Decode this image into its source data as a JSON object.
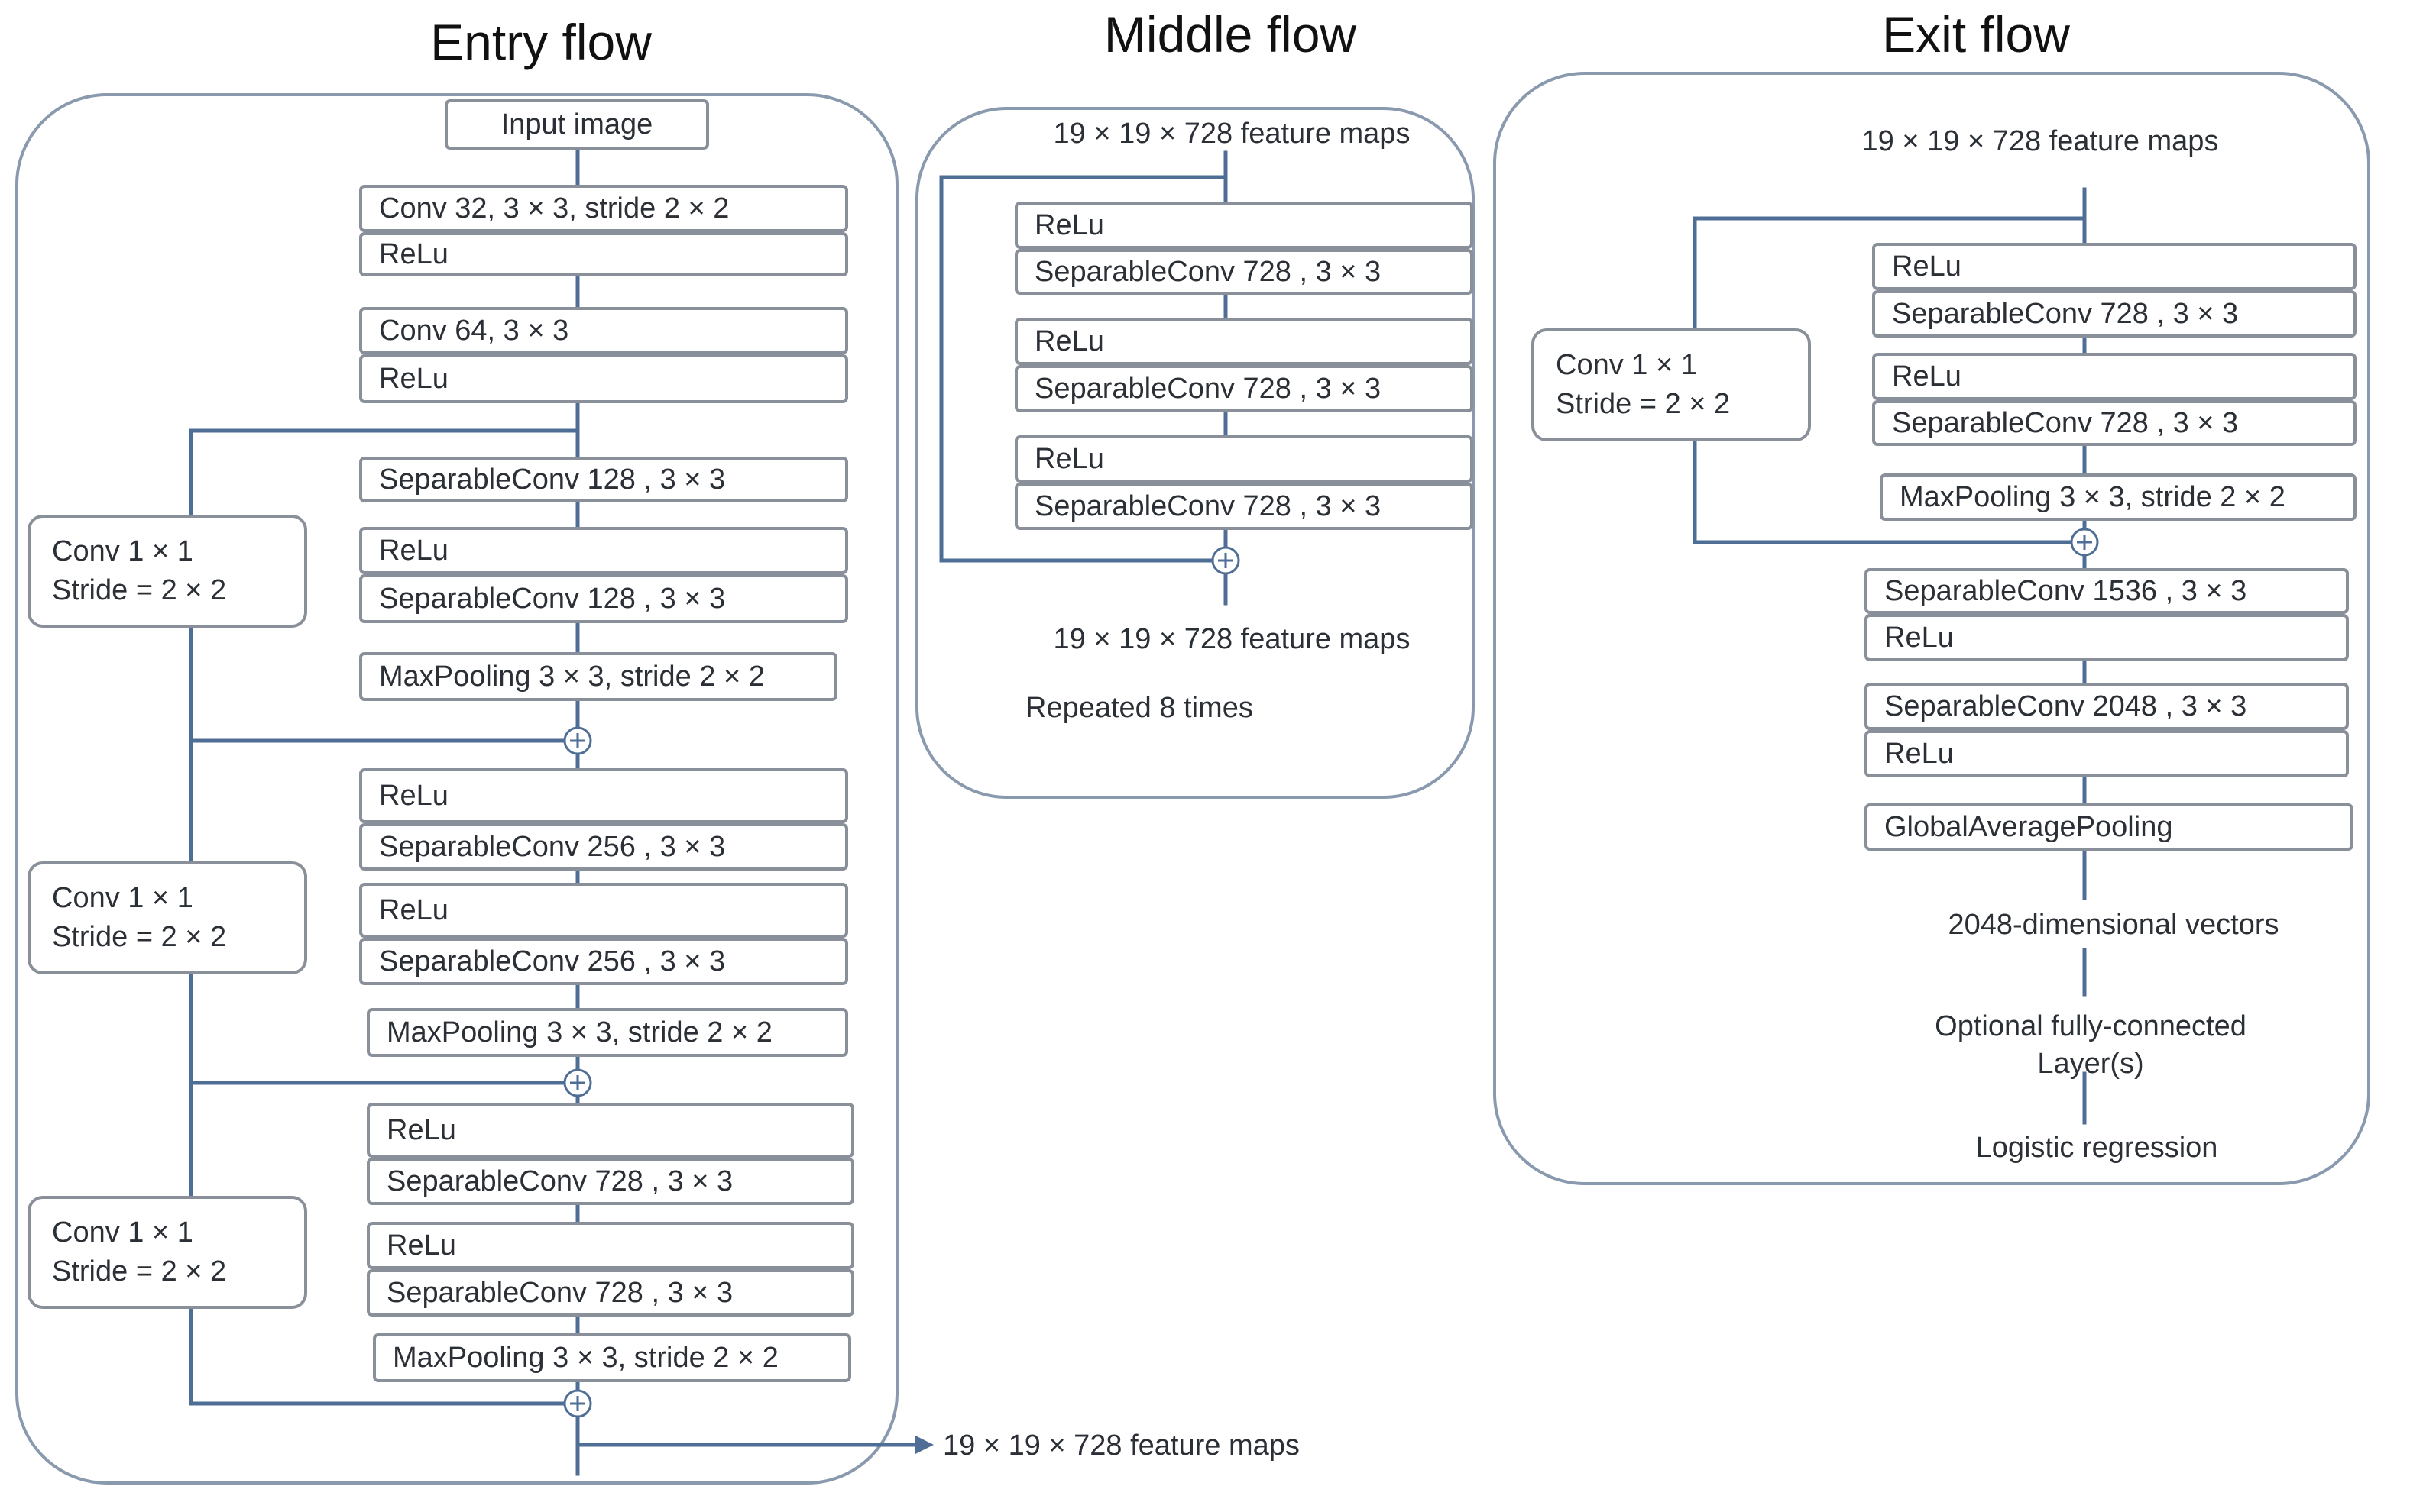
{
  "titles": {
    "entry": "Entry flow",
    "middle": "Middle flow",
    "exit": "Exit flow"
  },
  "entry": {
    "input": "Input image",
    "conv1": "Conv 32, 3 × 3, stride 2 × 2",
    "relu1": "ReLu",
    "conv2": "Conv 64, 3 × 3",
    "relu2": "ReLu",
    "b1": {
      "sep1": "SeparableConv 128 , 3 × 3",
      "relu": "ReLu",
      "sep2": "SeparableConv 128 , 3 × 3",
      "pool": "MaxPooling 3 × 3, stride 2 × 2",
      "skip": [
        "Conv 1 × 1",
        "Stride = 2 × 2"
      ]
    },
    "b2": {
      "relu1": "ReLu",
      "sep1": "SeparableConv 256 , 3 × 3",
      "relu2": "ReLu",
      "sep2": "SeparableConv 256 , 3 × 3",
      "pool": "MaxPooling 3 × 3, stride 2 × 2",
      "skip": [
        "Conv 1 × 1",
        "Stride = 2 × 2"
      ]
    },
    "b3": {
      "relu1": "ReLu",
      "sep1": "SeparableConv 728 , 3 × 3",
      "relu2": "ReLu",
      "sep2": "SeparableConv 728 , 3 × 3",
      "pool": "MaxPooling 3 × 3, stride 2 × 2",
      "skip": [
        "Conv 1 × 1",
        "Stride = 2 × 2"
      ]
    },
    "output": "19 × 19 × 728 feature maps"
  },
  "middle": {
    "input": "19 × 19 × 728 feature maps",
    "relu1": "ReLu",
    "sep1": "SeparableConv 728 , 3 × 3",
    "relu2": "ReLu",
    "sep2": "SeparableConv 728 , 3 × 3",
    "relu3": "ReLu",
    "sep3": "SeparableConv 728 , 3 × 3",
    "output": "19 × 19 × 728 feature maps",
    "repeat": "Repeated 8 times"
  },
  "exit": {
    "input": "19 × 19 × 728 feature maps",
    "relu1": "ReLu",
    "sep1": "SeparableConv 728 , 3 × 3",
    "relu2": "ReLu",
    "sep2": "SeparableConv 728 , 3 × 3",
    "pool": "MaxPooling 3 × 3, stride 2 × 2",
    "skip": [
      "Conv 1 × 1",
      "Stride = 2 × 2"
    ],
    "sep3": "SeparableConv 1536 , 3 × 3",
    "relu3": "ReLu",
    "sep4": "SeparableConv 2048 , 3 × 3",
    "relu4": "ReLu",
    "gap": "GlobalAveragePooling",
    "vectors": "2048-dimensional vectors",
    "fc": [
      "Optional fully-connected",
      "Layer(s)"
    ],
    "logreg": "Logistic regression"
  },
  "colors": {
    "line": "#4f6e96",
    "box_border": "#8a9099",
    "panel_border": "#8a9aae",
    "text": "#2b2f36"
  }
}
